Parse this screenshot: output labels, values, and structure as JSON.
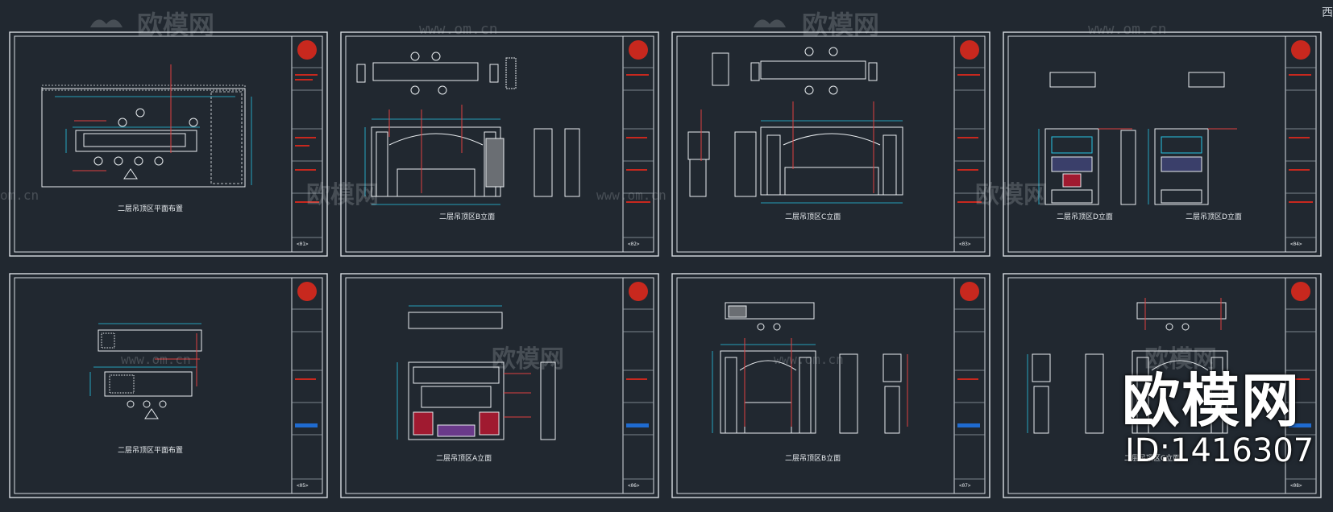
{
  "app": {
    "corner_glyph": "西"
  },
  "watermark": {
    "brand": "欧模网",
    "url": "www.om.cn",
    "url_partial": "om.cn",
    "big_brand": "欧模网",
    "big_id": "ID:1416307"
  },
  "sheets": [
    {
      "title": "二层吊顶区平面布置",
      "sheet_no": "<01>"
    },
    {
      "title": "二层吊顶区B立面",
      "sheet_no": "<02>"
    },
    {
      "title": "二层吊顶区C立面",
      "sheet_no": "<03>"
    },
    {
      "title": "二层吊顶区D立面",
      "sheet_no": "<04>",
      "title2": "二层吊顶区D立面"
    },
    {
      "title": "二层吊顶区平面布置",
      "sheet_no": "<05>"
    },
    {
      "title": "二层吊顶区A立面",
      "sheet_no": "<06>"
    },
    {
      "title": "二层吊顶区B立面",
      "sheet_no": "<07>"
    },
    {
      "title": "二层吊顶区C立面",
      "sheet_no": "<08>"
    }
  ],
  "colors": {
    "background": "#212830",
    "frame": "#d8dde2",
    "dimension": "#27c6e6",
    "annotation": "#e04040",
    "logo": "#c8281e"
  }
}
